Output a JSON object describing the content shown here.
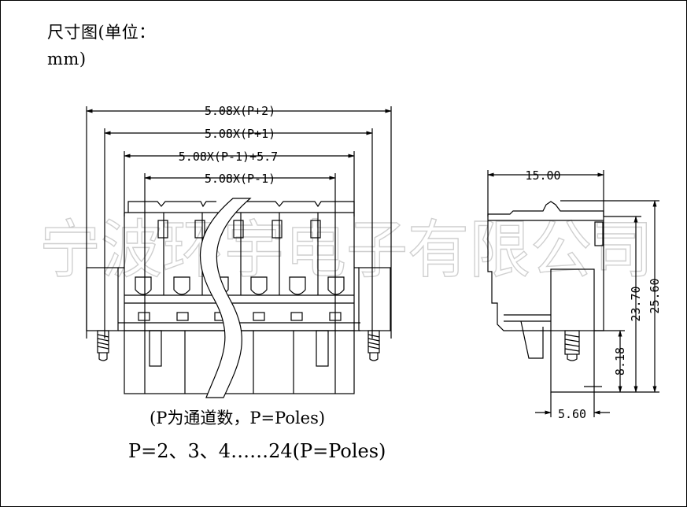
{
  "title": {
    "line1": "尺寸图(单位：",
    "line2": "mm)"
  },
  "watermark": "宁波环宇电子有限公司",
  "front_view": {
    "dims": [
      "5.08X(P+2)",
      "5.08X(P+1)",
      "5.08X(P-1)+5.7",
      "5.08X(P-1)"
    ]
  },
  "side_view": {
    "dim_width": "15.00",
    "dim_heights": [
      "23.70",
      "25.60",
      "8.18"
    ],
    "dim_bottom": "5.60"
  },
  "notes": {
    "line1": "(P为通道数，P=Poles)",
    "line2": "P=2、3、4……24(P=Poles)"
  }
}
